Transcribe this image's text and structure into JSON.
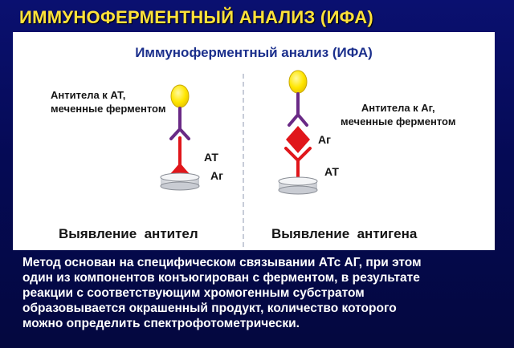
{
  "slide": {
    "title": "ИММУНОФЕРМЕНТНЫЙ АНАЛИЗ (ИФА)",
    "colors": {
      "background": "#0a1070",
      "title": "#ffe23a",
      "enzyme_marker": "#ffe600",
      "labeled_antibody": "#6a2a86",
      "capture_molecule": "#e0161b",
      "text": "#ffffff"
    }
  },
  "panel": {
    "title": "Иммуноферментный анализ (ИФА)",
    "left": {
      "labeled_line1": "Антитела к АТ,",
      "labeled_line2": "меченные ферментом",
      "label_at": "АТ",
      "label_ag": "Аг",
      "caption": "Выявление  антител"
    },
    "right": {
      "labeled_line1": "Антитела к Аг,",
      "labeled_line2": "меченные ферментом",
      "label_ag": "Аг",
      "label_at": "АТ",
      "caption": "Выявление  антигена"
    }
  },
  "description": {
    "lines": [
      "Метод основан на специфическом связывании АТс АГ, при этом",
      "один из компонентов конъюгирован с ферментом, в результате",
      "реакции с соответствующим хромогенным субстратом",
      "образовывается окрашенный продукт, количество которого",
      "можно определить спектрофотометрически."
    ]
  }
}
